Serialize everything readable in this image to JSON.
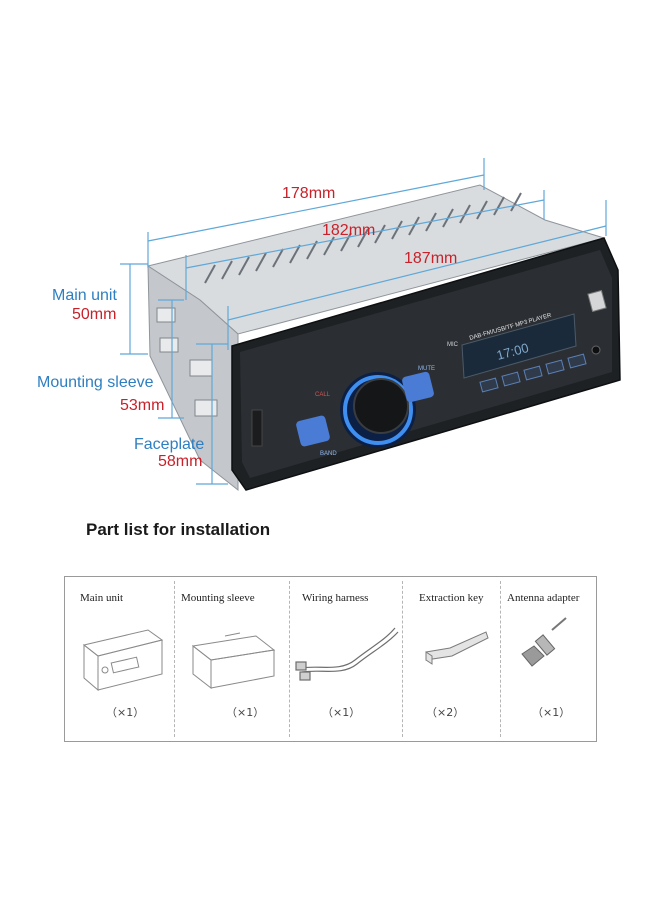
{
  "dimensions": {
    "width_178": "178mm",
    "width_182": "182mm",
    "width_187": "187mm",
    "main_unit_label": "Main unit",
    "main_unit_value": "50mm",
    "mounting_sleeve_label": "Mounting sleeve",
    "mounting_sleeve_value": "53mm",
    "faceplate_label": "Faceplate",
    "faceplate_value": "58mm"
  },
  "device": {
    "display_text": "DAB·FM/USB/TF MP3 PLAYER",
    "mic_label": "MIC",
    "mute_label": "MUTE",
    "call_label": "CALL",
    "band_label": "BAND",
    "clock_readout": "17:00"
  },
  "parts": {
    "title": "Part list for installation",
    "items": [
      {
        "name": "Main unit",
        "qty": "（×1）"
      },
      {
        "name": "Mounting sleeve",
        "qty": "（×1）"
      },
      {
        "name": "Wiring harness",
        "qty": "（×1）"
      },
      {
        "name": "Extraction key",
        "qty": "（×2）"
      },
      {
        "name": "Antenna adapter",
        "qty": "（×1）"
      }
    ]
  },
  "colors": {
    "label_blue": "#2e7fc1",
    "label_red": "#c8212a",
    "dimension_line": "#5fa8d8",
    "button_blue": "#4a7cd6",
    "display_bg": "#1a2a3a"
  }
}
